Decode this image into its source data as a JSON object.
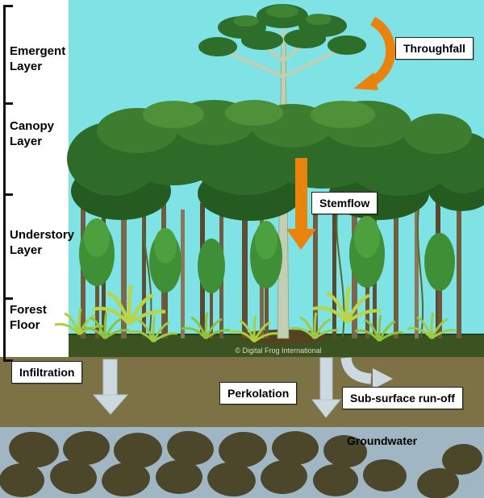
{
  "diagram": {
    "layers": [
      {
        "label": "Emergent\nLayer"
      },
      {
        "label": "Canopy\nLayer"
      },
      {
        "label": "Understory\nLayer"
      },
      {
        "label": "Forest\nFloor"
      }
    ],
    "processes": {
      "throughfall": "Throughfall",
      "stemflow": "Stemflow",
      "infiltration": "Infiltration",
      "perkolation": "Perkolation",
      "subsurface_runoff": "Sub-surface run-off",
      "groundwater": "Groundwater"
    },
    "watermark": "© Digital Frog International",
    "colors": {
      "sky": "#7fe2e5",
      "arrow_orange": "#e8830d",
      "flow_arrow": "#cdd9e0",
      "soil": "#7d7245",
      "water": "#a0b7c3",
      "rock": "#4c472b"
    }
  }
}
